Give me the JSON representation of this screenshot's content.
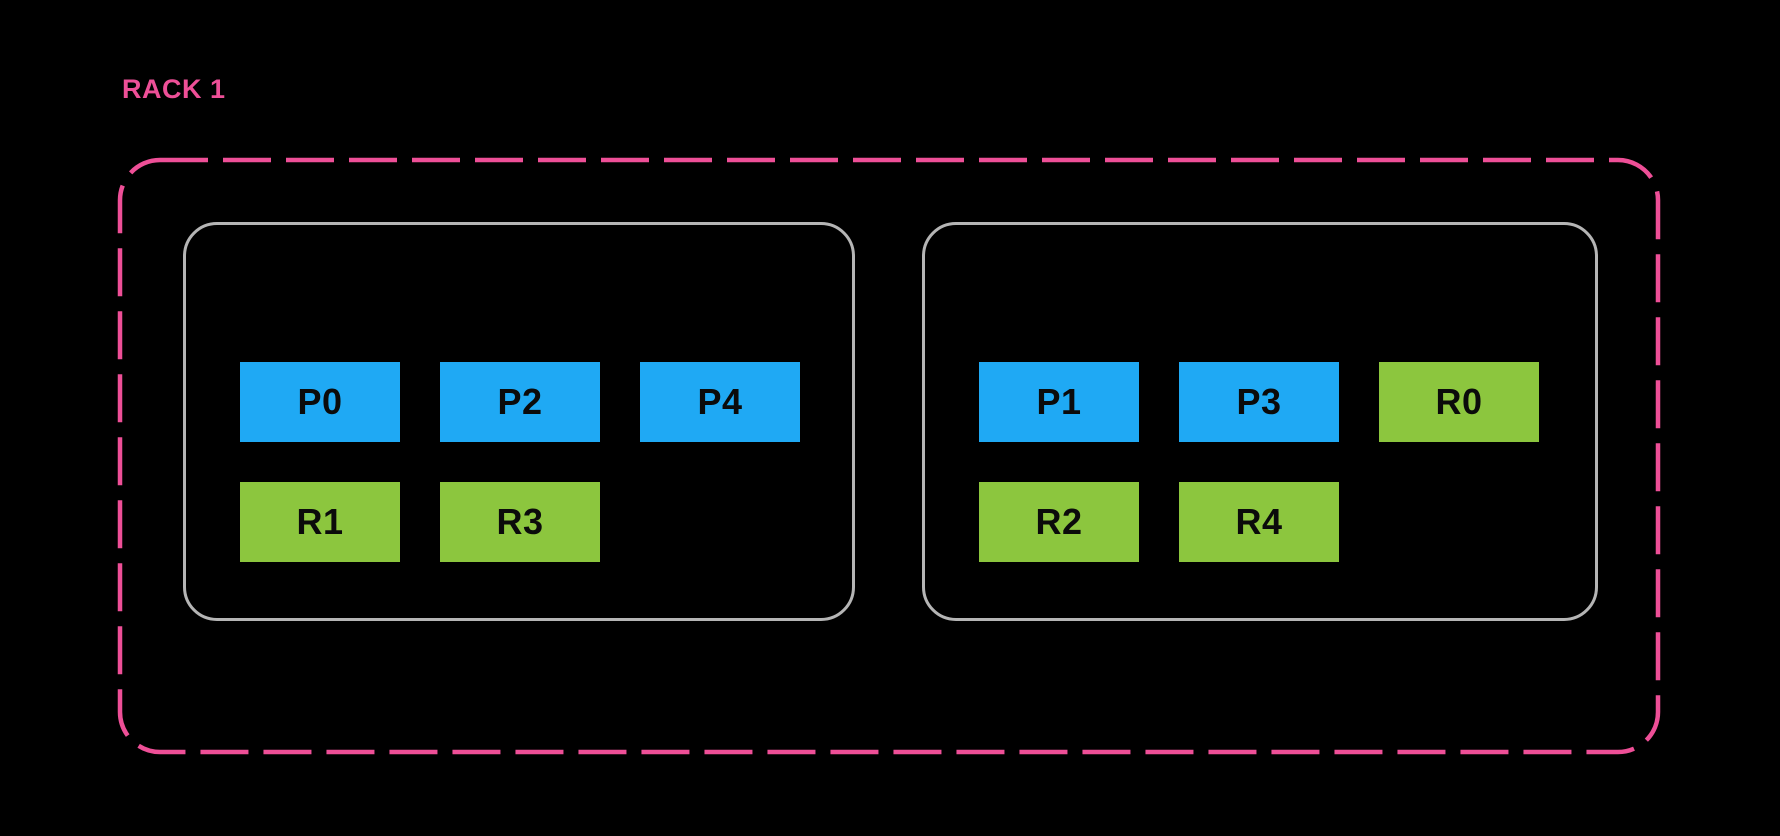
{
  "colors": {
    "background": "#000000",
    "pink": "#EE4F97",
    "blue": "#1FA9F4",
    "green": "#8CC63E",
    "gray_border": "#B5B5B5",
    "block_text": "#0B0B0B"
  },
  "rack": {
    "label": "RACK 1",
    "hosts": [
      {
        "rows": [
          [
            {
              "label": "P0",
              "color": "blue"
            },
            {
              "label": "P2",
              "color": "blue"
            },
            {
              "label": "P4",
              "color": "blue"
            }
          ],
          [
            {
              "label": "R1",
              "color": "green"
            },
            {
              "label": "R3",
              "color": "green"
            }
          ]
        ]
      },
      {
        "rows": [
          [
            {
              "label": "P1",
              "color": "blue"
            },
            {
              "label": "P3",
              "color": "blue"
            },
            {
              "label": "R0",
              "color": "green"
            }
          ],
          [
            {
              "label": "R2",
              "color": "green"
            },
            {
              "label": "R4",
              "color": "green"
            }
          ]
        ]
      }
    ]
  }
}
